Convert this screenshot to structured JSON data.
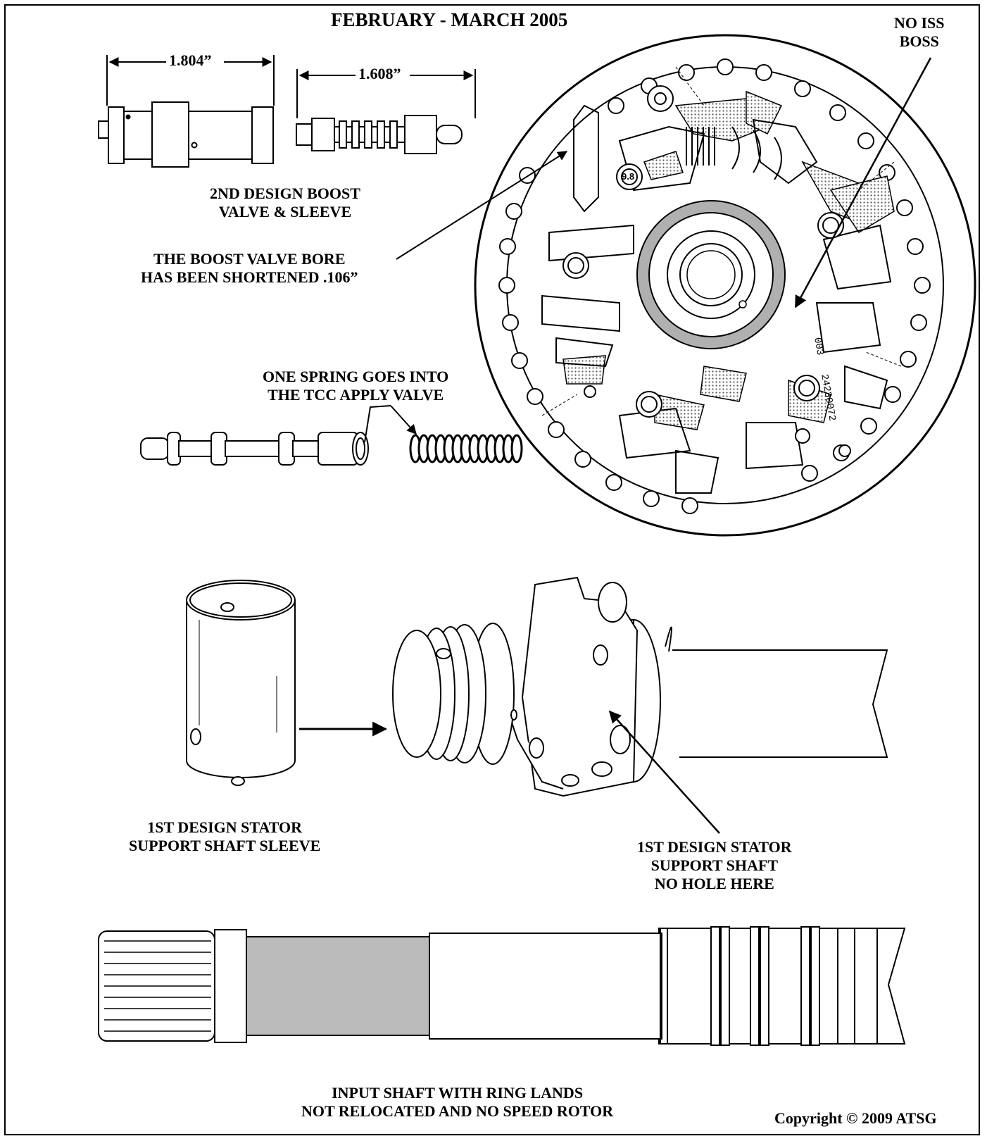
{
  "header": {
    "title": "FEBRUARY - MARCH 2005"
  },
  "dimensions": {
    "sleeve_length": "1.804”",
    "valve_length": "1.608”"
  },
  "labels": {
    "boost_valve": [
      "2ND DESIGN BOOST",
      "VALVE & SLEEVE"
    ],
    "bore": [
      "THE BOOST VALVE BORE",
      "HAS BEEN SHORTENED .106”"
    ],
    "no_iss": [
      "NO ISS",
      "BOSS"
    ],
    "spring": [
      "ONE SPRING GOES INTO",
      "THE TCC APPLY VALVE"
    ],
    "sleeve": [
      "1ST DESIGN STATOR",
      "SUPPORT SHAFT SLEEVE"
    ],
    "stator": [
      "1ST DESIGN STATOR",
      "SUPPORT SHAFT",
      "NO HOLE HERE"
    ],
    "input_shaft": [
      "INPUT SHAFT WITH RING LANDS",
      "NOT RELOCATED AND NO SPEED ROTOR"
    ]
  },
  "pump_markings": {
    "bolt_code": "9.8",
    "part_number": "24230072",
    "cast_code": "003"
  },
  "footer": {
    "copyright": "Copyright © 2009 ATSG"
  }
}
